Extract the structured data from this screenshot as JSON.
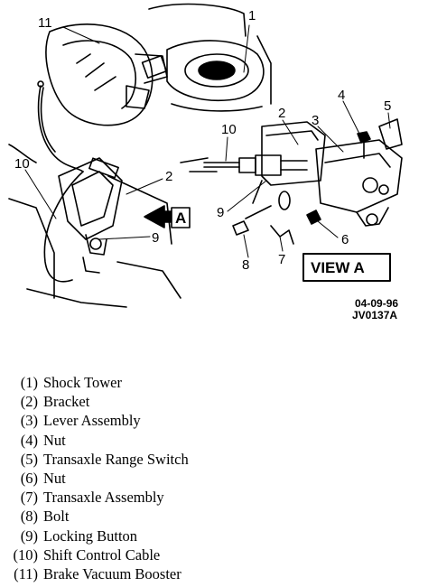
{
  "callouts": {
    "main": [
      "1",
      "11",
      "10",
      "2",
      "9"
    ],
    "view_a": [
      "10",
      "2",
      "3",
      "4",
      "5",
      "9",
      "8",
      "7",
      "6"
    ]
  },
  "view_marker": "A",
  "view_title": "VIEW A",
  "figure_code": {
    "date": "04-09-96",
    "id": "JV0137A"
  },
  "legend": [
    {
      "num": "(1)",
      "label": "Shock Tower"
    },
    {
      "num": "(2)",
      "label": "Bracket"
    },
    {
      "num": "(3)",
      "label": "Lever Assembly"
    },
    {
      "num": "(4)",
      "label": "Nut"
    },
    {
      "num": "(5)",
      "label": "Transaxle Range Switch"
    },
    {
      "num": "(6)",
      "label": "Nut"
    },
    {
      "num": "(7)",
      "label": "Transaxle Assembly"
    },
    {
      "num": "(8)",
      "label": "Bolt"
    },
    {
      "num": "(9)",
      "label": "Locking Button"
    },
    {
      "num": "(10)",
      "label": "Shift Control Cable"
    },
    {
      "num": "(11)",
      "label": "Brake Vacuum Booster"
    }
  ]
}
